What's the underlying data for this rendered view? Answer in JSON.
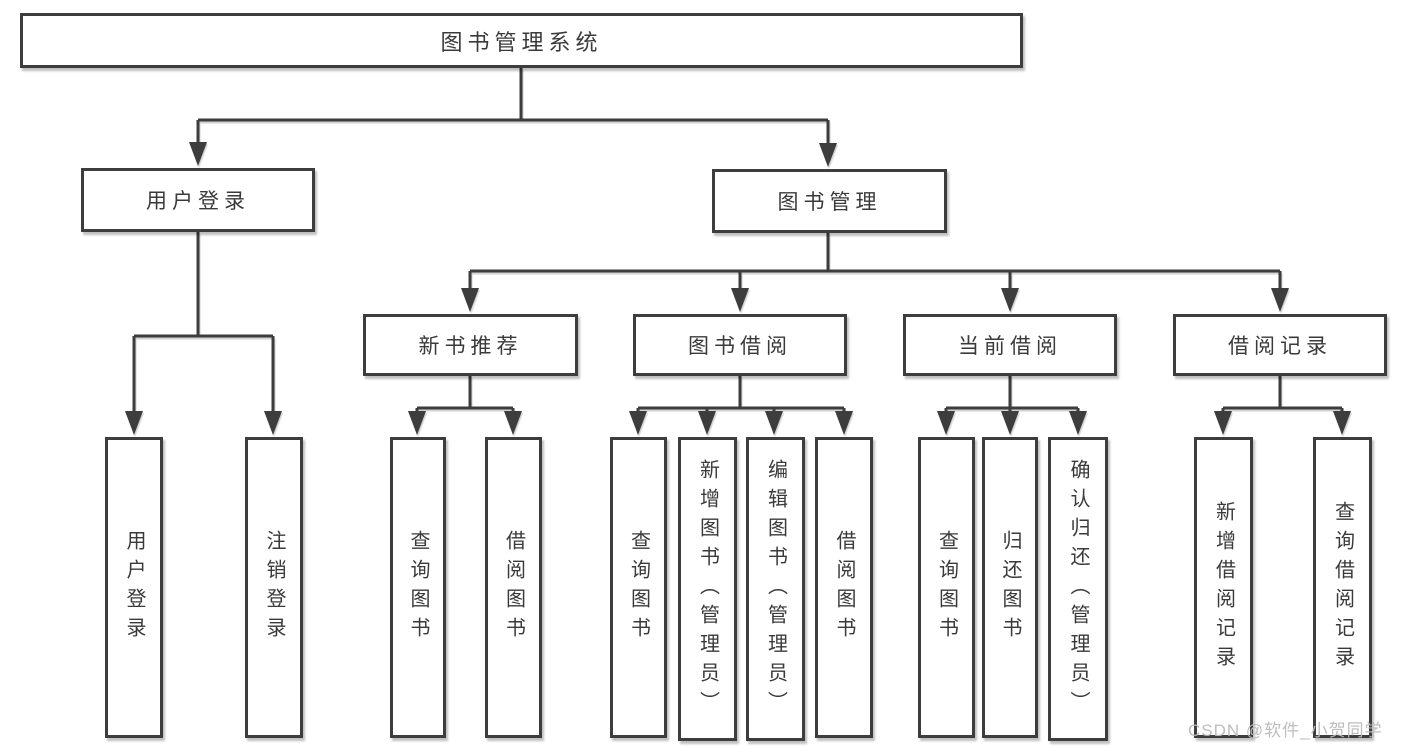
{
  "diagram": {
    "title": "图书管理系统",
    "root": {
      "label": "图书管理系统"
    },
    "branches": {
      "user_login": {
        "label": "用户登录"
      },
      "book_mgmt": {
        "label": "图书管理"
      }
    },
    "modules": {
      "new_book": {
        "label": "新书推荐"
      },
      "book_borrow": {
        "label": "图书借阅"
      },
      "current_borrow": {
        "label": "当前借阅"
      },
      "borrow_record": {
        "label": "借阅记录"
      }
    },
    "functions": {
      "user_login": [
        "用户登录",
        "注销登录"
      ],
      "new_book": [
        "查询图书",
        "借阅图书"
      ],
      "book_borrow": [
        "查询图书",
        "新增图书（管理员）",
        "编辑图书（管理员）",
        "借阅图书"
      ],
      "current_borrow": [
        "查询图书",
        "归还图书",
        "确认归还（管理员）"
      ],
      "borrow_record": [
        "新增借阅记录",
        "查询借阅记录"
      ]
    }
  },
  "watermark": {
    "text": "CSDN @软件_小贺同学"
  },
  "colors": {
    "line": "#3d3d3d",
    "box_border": "#3d3d3d",
    "text": "#3a3a3a",
    "background": "#ffffff",
    "watermark": "#b9b9b9"
  }
}
